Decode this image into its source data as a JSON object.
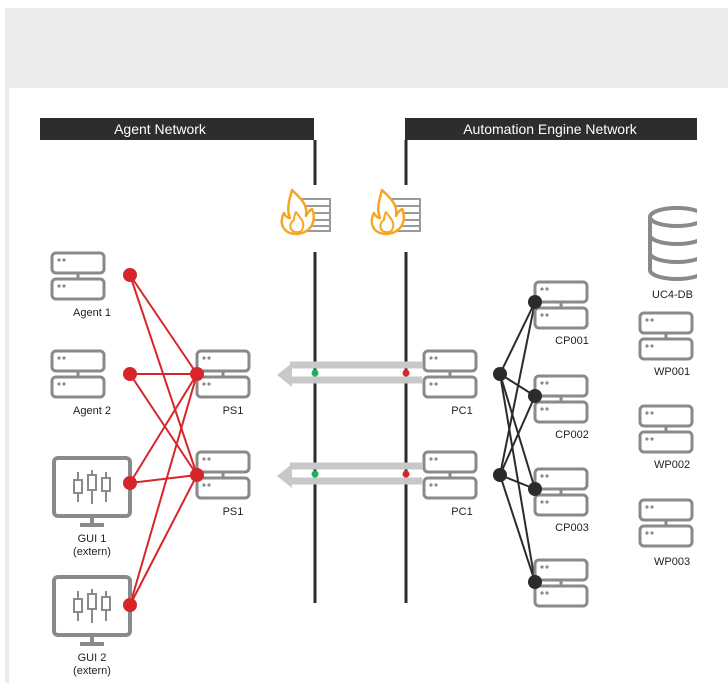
{
  "networks": {
    "agent_network": "Agent Network",
    "engine_network": "Automation Engine Network"
  },
  "agents": [
    {
      "label": "Agent 1"
    },
    {
      "label": "Agent 2"
    }
  ],
  "guis": [
    {
      "line1": "GUI 1",
      "line2": "(extern)"
    },
    {
      "line1": "GUI 2",
      "line2": "(extern)"
    }
  ],
  "ps": [
    {
      "label": "PS1"
    },
    {
      "label": "PS1"
    }
  ],
  "pc": [
    {
      "label": "PC1"
    },
    {
      "label": "PC1"
    }
  ],
  "cp": [
    {
      "label": "CP001"
    },
    {
      "label": "CP002"
    },
    {
      "label": "CP003"
    },
    {
      "label": ""
    }
  ],
  "db": {
    "label": "UC4-DB"
  },
  "wp": [
    {
      "label": "WP001"
    },
    {
      "label": "WP002"
    },
    {
      "label": "WP003"
    }
  ],
  "colors": {
    "agent_link": "#d7262b",
    "engine_link": "#2b2b2b",
    "device_stroke": "#8a8a8a",
    "firewall": "#f5a623",
    "header_bar": "#2d2d2d",
    "port_green": "#1ab35a",
    "port_red": "#d7262b",
    "flow_arrow": "#c8c8c8"
  }
}
